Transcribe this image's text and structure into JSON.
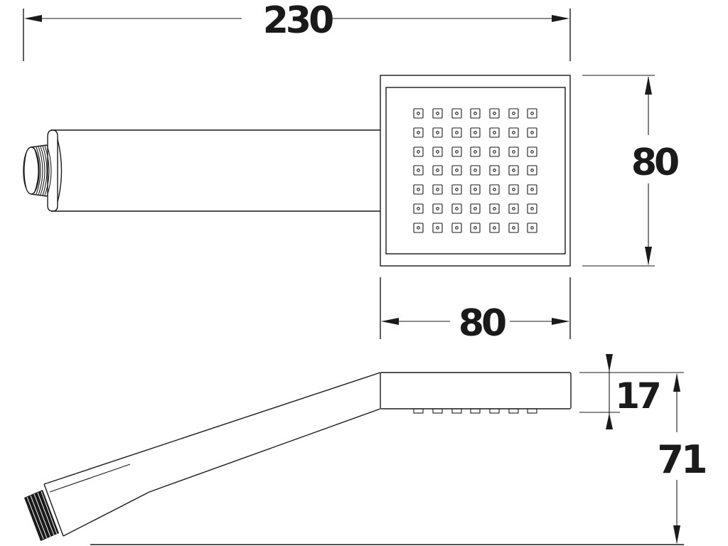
{
  "drawing": {
    "title": "Hand shower technical drawing",
    "line_color": "#1a1a1a",
    "background": "#ffffff"
  },
  "dimensions": {
    "overall_length": "230",
    "head_height_top_view": "80",
    "head_width_top_view": "80",
    "head_thickness": "17",
    "overall_height_side_view": "71"
  },
  "views": {
    "top_view": {
      "nozzle_grid": {
        "rows": 7,
        "cols": 7
      }
    },
    "side_view": {
      "nozzle_count": 7
    }
  }
}
